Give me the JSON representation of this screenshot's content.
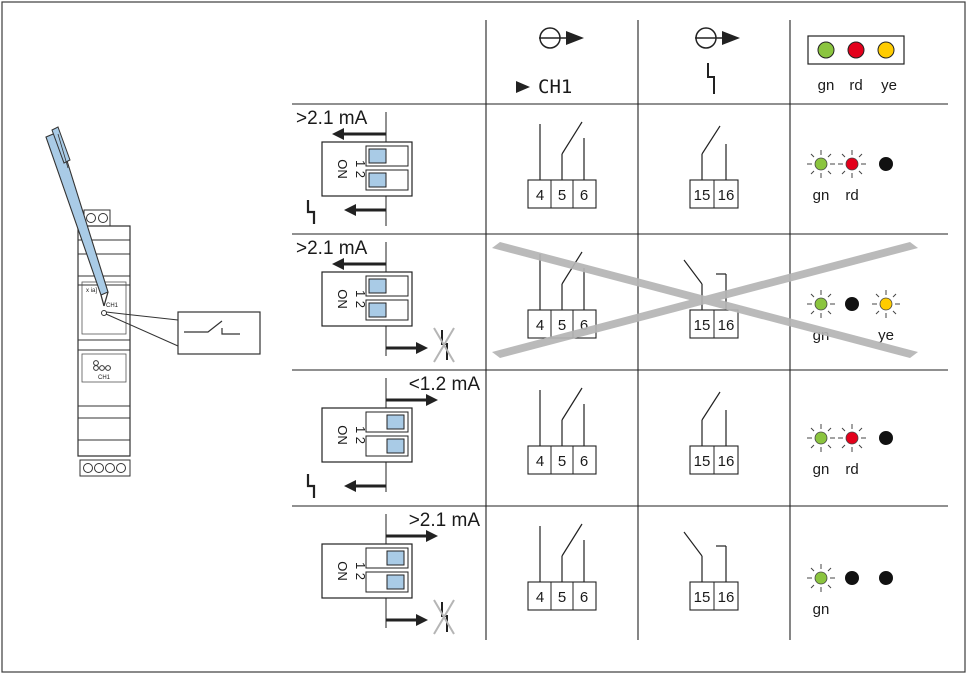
{
  "header": {
    "ch1_label": "CH1",
    "led_names": [
      "gn",
      "rd",
      "ye"
    ]
  },
  "device": {
    "top_label": "x ia]",
    "ch1_label": "CH1",
    "led_panel_label": "CH1"
  },
  "terminals": {
    "output1": [
      "4",
      "5",
      "6"
    ],
    "output2": [
      "15",
      "16"
    ]
  },
  "rows": [
    {
      "current": ">2.1 mA",
      "switch_dir": "left",
      "fault_icon": true,
      "invalid": false,
      "leds": [
        "gn-lit",
        "rd-lit",
        "off"
      ],
      "labels": [
        "gn",
        "rd",
        ""
      ]
    },
    {
      "current": ">2.1 mA",
      "switch_dir": "left",
      "fault_icon": false,
      "invalid": true,
      "leds": [
        "gn-lit",
        "off",
        "ye-lit"
      ],
      "labels": [
        "gn",
        "",
        "ye"
      ]
    },
    {
      "current": "<1.2 mA",
      "switch_dir": "right",
      "fault_icon": true,
      "invalid": false,
      "leds": [
        "gn-lit",
        "rd-lit",
        "off"
      ],
      "labels": [
        "gn",
        "rd",
        ""
      ]
    },
    {
      "current": ">2.1 mA",
      "switch_dir": "right",
      "fault_icon": false,
      "invalid": false,
      "leds": [
        "gn-lit",
        "off",
        "off"
      ],
      "labels": [
        "gn",
        "",
        ""
      ]
    }
  ],
  "switch": {
    "on_label": "ON",
    "numbers": "1 2"
  },
  "colors": {
    "led_green": "#8bc53f",
    "led_red": "#e3001b",
    "led_yellow": "#ffcc00",
    "switch_blue": "#a9cbe6",
    "cross_gray": "#b5b5b5",
    "pen_blue": "#a9cbe6"
  }
}
